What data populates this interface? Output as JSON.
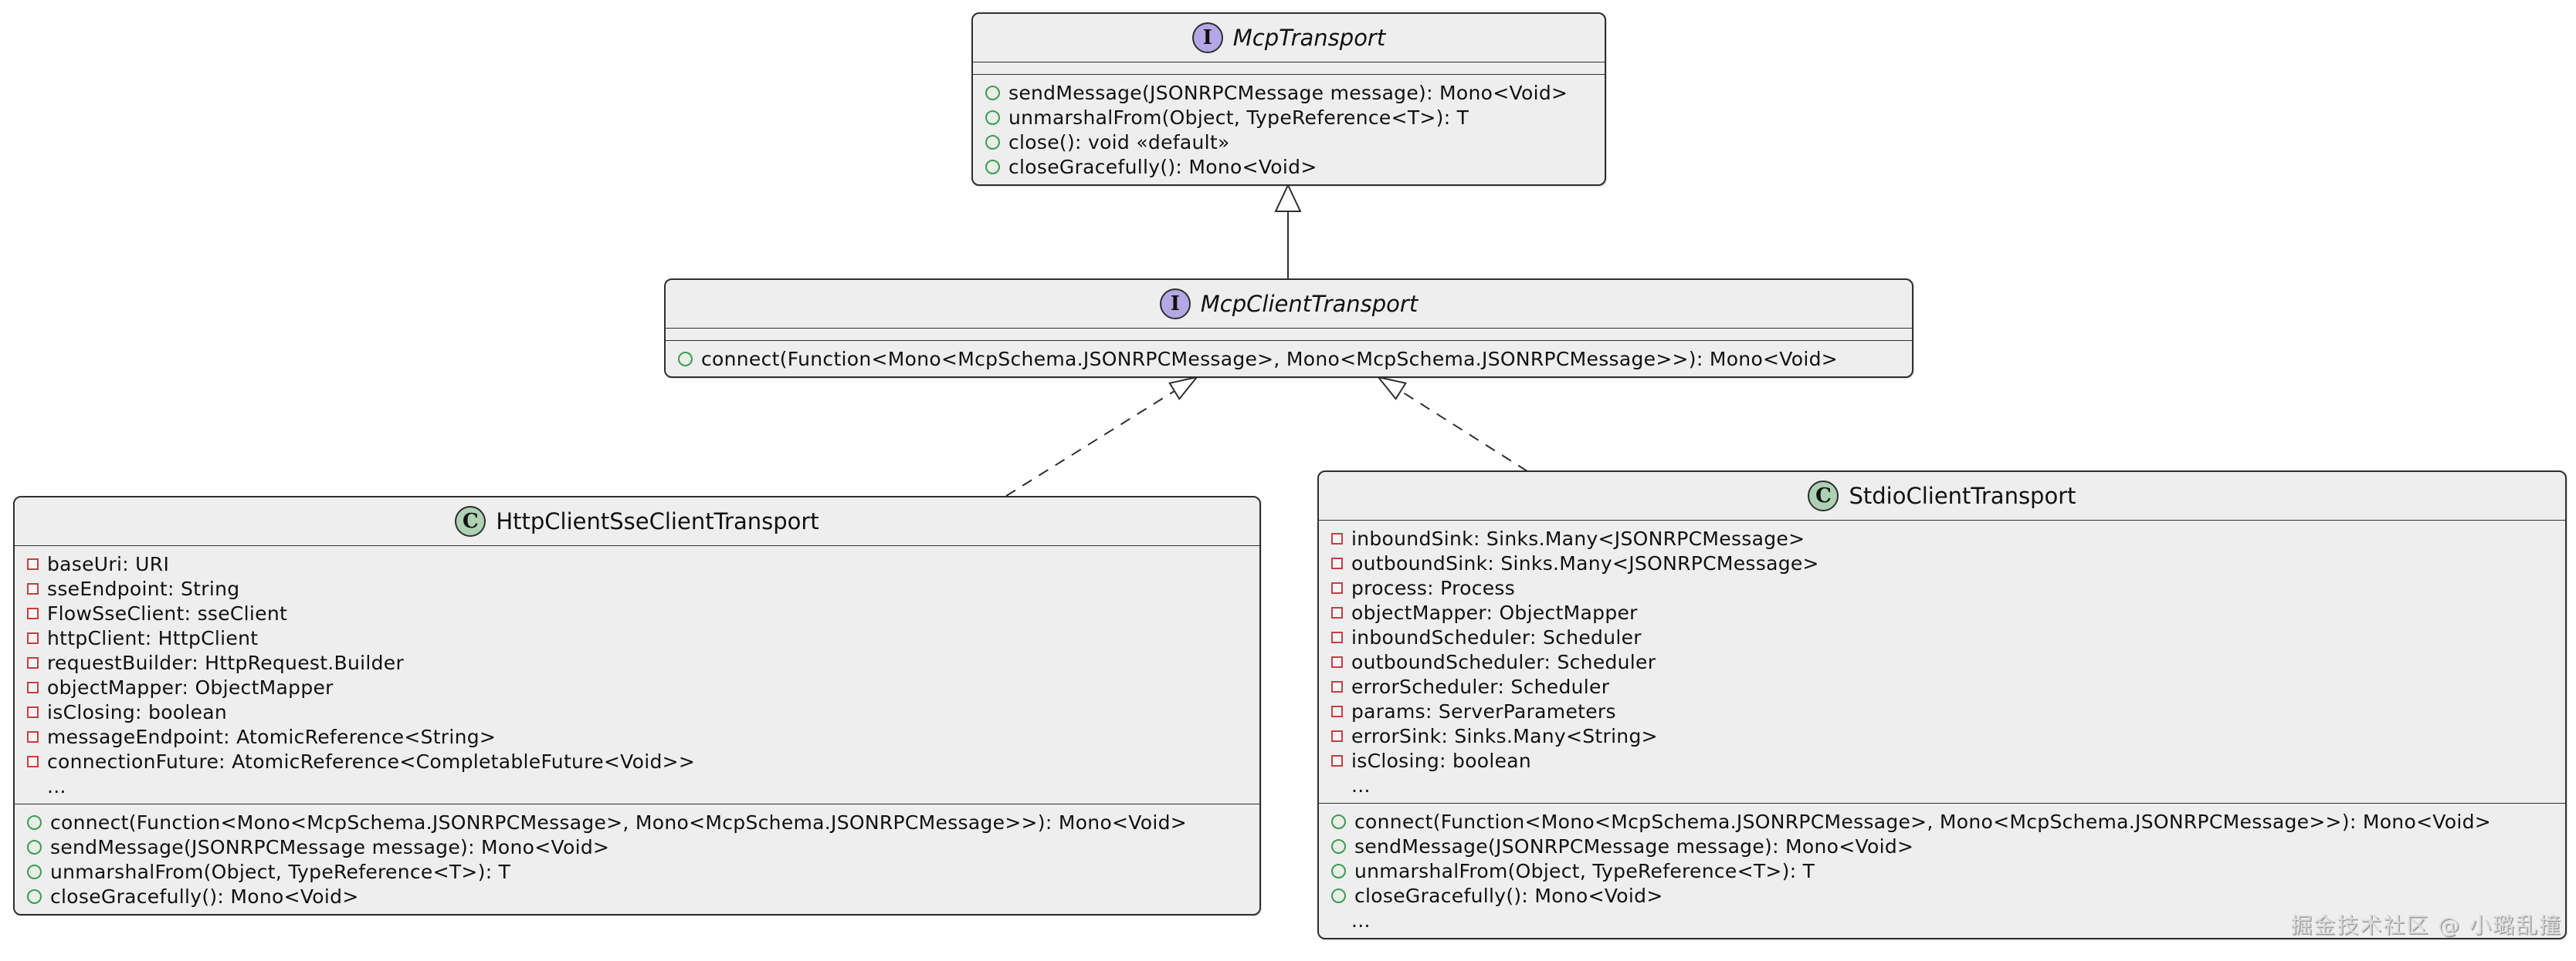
{
  "watermark": "掘金技术社区 @ 小璐乱撞",
  "colors": {
    "box_background": "#EEEEEE",
    "box_border": "#2F2F2F",
    "interface_icon_background": "#B4A7E5",
    "class_icon_background": "#ADD1B2",
    "public_method_green": "#3E9A57",
    "private_field_red": "#C34043"
  },
  "classes": [
    {
      "kind": "interface",
      "icon_letter": "I",
      "name": "McpTransport",
      "fields": [],
      "methods": [
        {
          "vis": "public",
          "text": "sendMessage(JSONRPCMessage message): Mono<Void>"
        },
        {
          "vis": "public",
          "text": "unmarshalFrom(Object, TypeReference<T>): T"
        },
        {
          "vis": "public",
          "text": "close(): void «default»"
        },
        {
          "vis": "public",
          "text": "closeGracefully(): Mono<Void>"
        }
      ]
    },
    {
      "kind": "interface",
      "icon_letter": "I",
      "name": "McpClientTransport",
      "fields": [],
      "methods": [
        {
          "vis": "public",
          "text": "connect(Function<Mono<McpSchema.JSONRPCMessage>, Mono<McpSchema.JSONRPCMessage>>): Mono<Void>"
        }
      ]
    },
    {
      "kind": "class",
      "icon_letter": "C",
      "name": "HttpClientSseClientTransport",
      "fields": [
        {
          "vis": "private",
          "text": "baseUri: URI"
        },
        {
          "vis": "private",
          "text": "sseEndpoint: String"
        },
        {
          "vis": "private",
          "text": "FlowSseClient: sseClient"
        },
        {
          "vis": "private",
          "text": "httpClient: HttpClient"
        },
        {
          "vis": "private",
          "text": "requestBuilder: HttpRequest.Builder"
        },
        {
          "vis": "private",
          "text": "objectMapper: ObjectMapper"
        },
        {
          "vis": "private",
          "text": "isClosing: boolean"
        },
        {
          "vis": "private",
          "text": "messageEndpoint: AtomicReference<String>"
        },
        {
          "vis": "private",
          "text": "connectionFuture: AtomicReference<CompletableFuture<Void>>"
        },
        {
          "vis": "none",
          "text": "..."
        }
      ],
      "methods": [
        {
          "vis": "public",
          "text": "connect(Function<Mono<McpSchema.JSONRPCMessage>, Mono<McpSchema.JSONRPCMessage>>): Mono<Void>"
        },
        {
          "vis": "public",
          "text": "sendMessage(JSONRPCMessage message): Mono<Void>"
        },
        {
          "vis": "public",
          "text": "unmarshalFrom(Object, TypeReference<T>): T"
        },
        {
          "vis": "public",
          "text": "closeGracefully(): Mono<Void>"
        }
      ]
    },
    {
      "kind": "class",
      "icon_letter": "C",
      "name": "StdioClientTransport",
      "fields": [
        {
          "vis": "private",
          "text": "inboundSink: Sinks.Many<JSONRPCMessage>"
        },
        {
          "vis": "private",
          "text": "outboundSink: Sinks.Many<JSONRPCMessage>"
        },
        {
          "vis": "private",
          "text": "process: Process"
        },
        {
          "vis": "private",
          "text": "objectMapper: ObjectMapper"
        },
        {
          "vis": "private",
          "text": "inboundScheduler: Scheduler"
        },
        {
          "vis": "private",
          "text": "outboundScheduler: Scheduler"
        },
        {
          "vis": "private",
          "text": "errorScheduler: Scheduler"
        },
        {
          "vis": "private",
          "text": "params: ServerParameters"
        },
        {
          "vis": "private",
          "text": "errorSink: Sinks.Many<String>"
        },
        {
          "vis": "private",
          "text": "isClosing: boolean"
        },
        {
          "vis": "none",
          "text": "..."
        }
      ],
      "methods": [
        {
          "vis": "public",
          "text": "connect(Function<Mono<McpSchema.JSONRPCMessage>, Mono<McpSchema.JSONRPCMessage>>): Mono<Void>"
        },
        {
          "vis": "public",
          "text": "sendMessage(JSONRPCMessage message): Mono<Void>"
        },
        {
          "vis": "public",
          "text": "unmarshalFrom(Object, TypeReference<T>): T"
        },
        {
          "vis": "public",
          "text": "closeGracefully(): Mono<Void>"
        },
        {
          "vis": "none",
          "text": "..."
        }
      ]
    }
  ],
  "relations": [
    {
      "from": "McpClientTransport",
      "to": "McpTransport",
      "type": "extends",
      "line": "solid"
    },
    {
      "from": "HttpClientSseClientTransport",
      "to": "McpClientTransport",
      "type": "implements",
      "line": "dashed"
    },
    {
      "from": "StdioClientTransport",
      "to": "McpClientTransport",
      "type": "implements",
      "line": "dashed"
    }
  ]
}
